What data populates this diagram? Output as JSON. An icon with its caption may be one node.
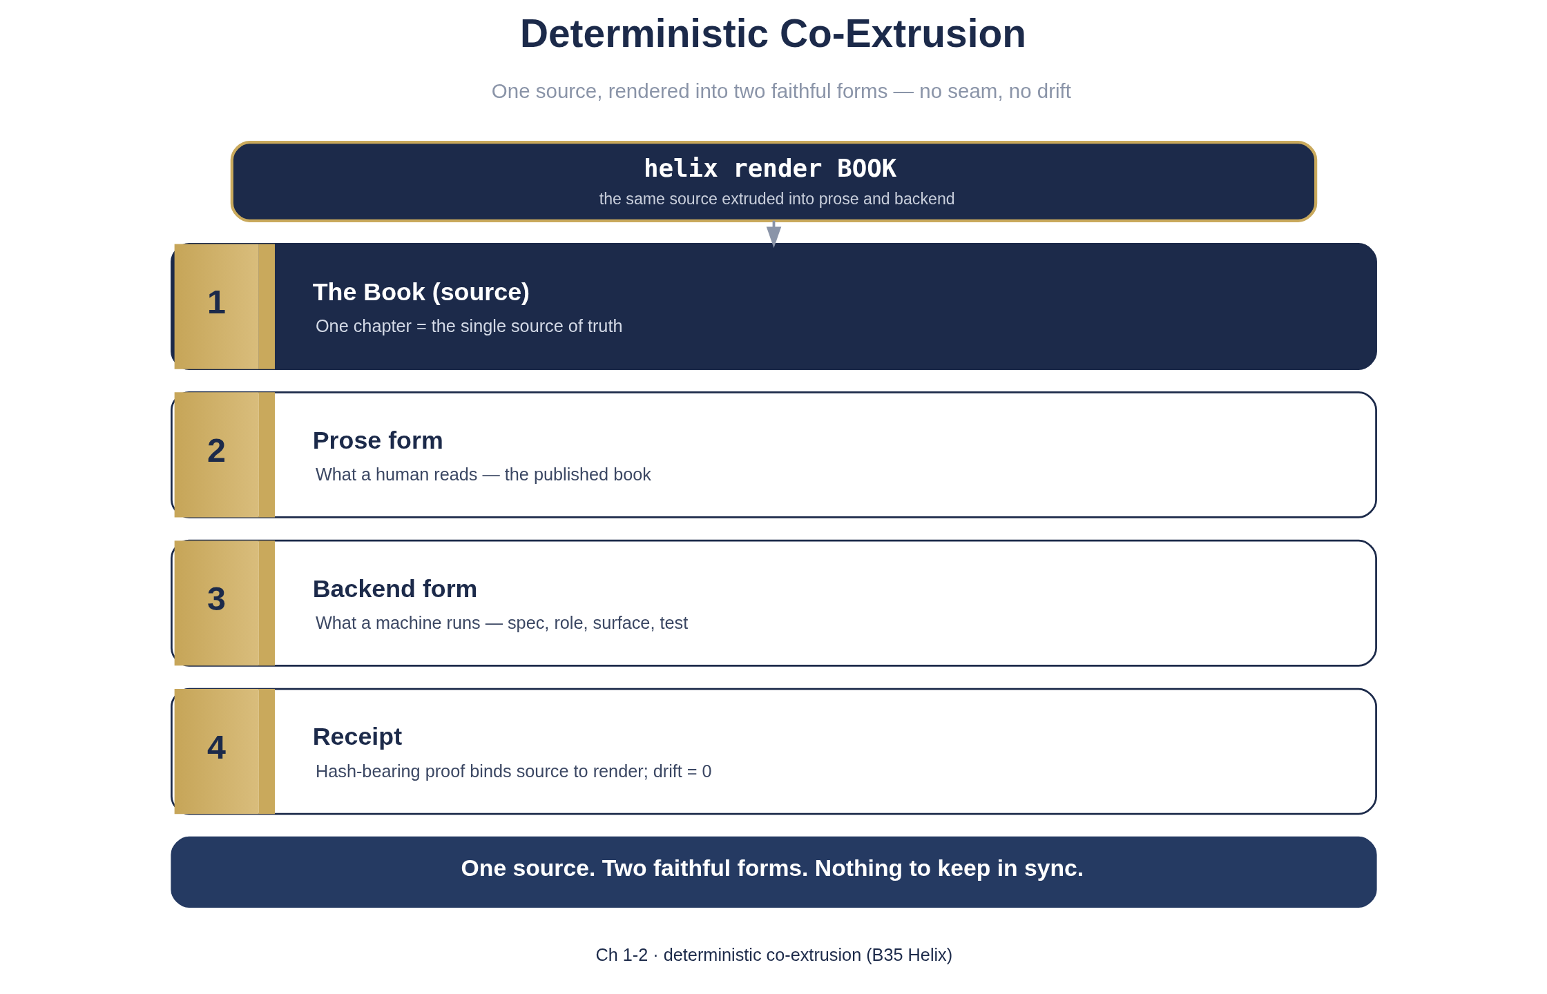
{
  "diagram": {
    "title": "Deterministic Co-Extrusion",
    "caption": "Ch 1-2 · deterministic co-extrusion (B35 Helix)",
    "nodes": [
      {
        "text": [
          "helix render BOOK",
          "the same source extruded into prose and backend"
        ]
      },
      {
        "text": [
          "1",
          "The Book (source)",
          "One chapter = the single source of truth"
        ]
      },
      {
        "text": [
          "2",
          "Prose form",
          "What a human reads — the published book"
        ]
      },
      {
        "text": [
          "3",
          "Backend form",
          "What a machine runs — spec, role, surface, test"
        ]
      },
      {
        "text": [
          "4",
          "Receipt",
          "Hash-bearing proof binds source to render; drift = 0"
        ]
      },
      {
        "text": [
          "One source. Two faithful forms. Nothing to keep in sync."
        ]
      }
    ],
    "edges": [
      {
        "from": 0,
        "to": 1,
        "arrow": "to"
      }
    ],
    "labels": [
      "One source, rendered into two faithful forms — no seam, no drift"
    ]
  }
}
